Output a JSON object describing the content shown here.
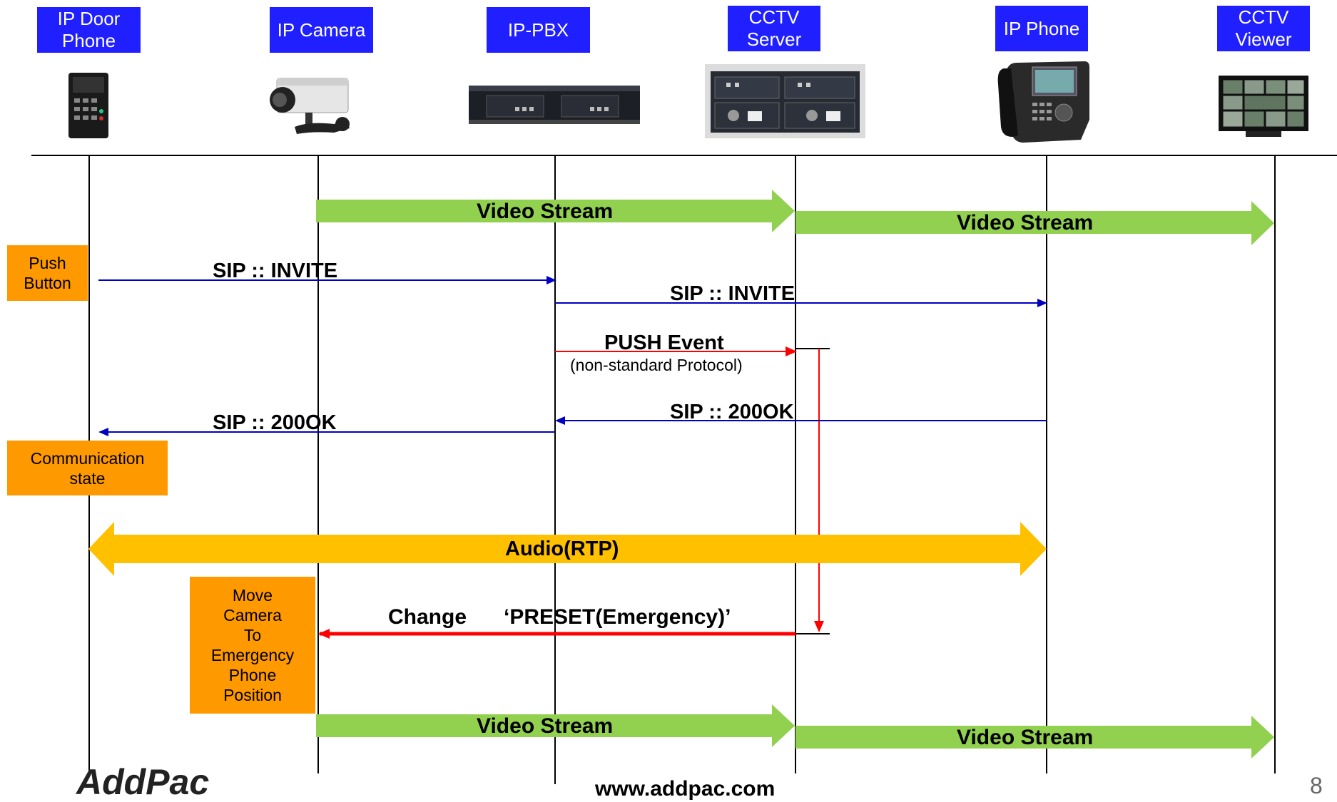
{
  "participants": [
    {
      "key": "door",
      "label": "IP Door\nPhone"
    },
    {
      "key": "camera",
      "label": "IP Camera"
    },
    {
      "key": "pbx",
      "label": "IP-PBX"
    },
    {
      "key": "cctv_server",
      "label": "CCTV\nServer"
    },
    {
      "key": "phone",
      "label": "IP Phone"
    },
    {
      "key": "viewer",
      "label": "CCTV\nViewer"
    }
  ],
  "messages": {
    "video1": "Video Stream",
    "video2": "Video Stream",
    "invite1": "SIP :: INVITE",
    "invite2": "SIP :: INVITE",
    "push_event": "PUSH Event",
    "push_sub": "(non-standard Protocol)",
    "ok_phone": "SIP :: 200OK",
    "ok_door": "SIP :: 200OK",
    "audio": "Audio(RTP)",
    "change": "Change",
    "preset": "‘PRESET(Emergency)’",
    "video3": "Video Stream",
    "video4": "Video Stream"
  },
  "notes": {
    "push_button": "Push\nButton",
    "communication_state": "Communication\nstate",
    "move_camera": "Move\nCamera\nTo\nEmergency\nPhone\nPosition"
  },
  "footer": {
    "logo": "AddPac",
    "website": "www.addpac.com",
    "page_number": "8"
  },
  "colors": {
    "header_bg": "#1f1fff",
    "video_arrow": "#92d050",
    "audio_arrow": "#ffc000",
    "note_bg": "#ff9900",
    "sip_line": "#0000c0",
    "event_line": "#ff0000"
  }
}
